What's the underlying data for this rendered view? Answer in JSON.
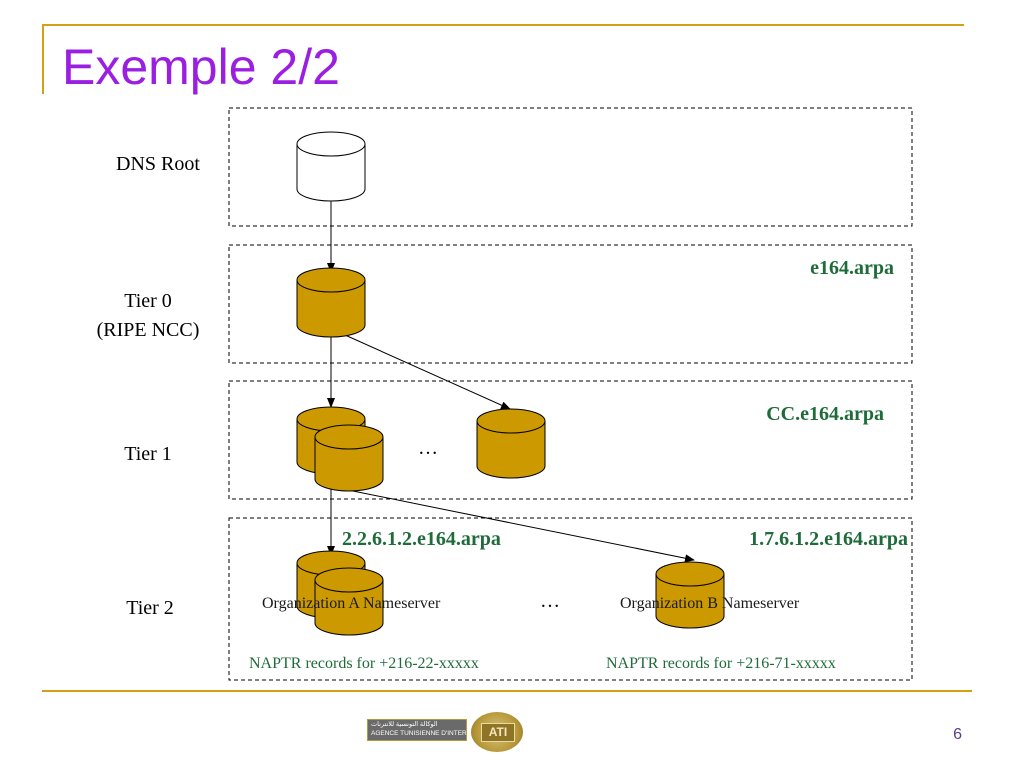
{
  "title": "Exemple 2/2",
  "tiers": {
    "root": "DNS Root",
    "tier0_line1": "Tier 0",
    "tier0_line2": "(RIPE NCC)",
    "tier1": "Tier 1",
    "tier2": "Tier 2"
  },
  "zones": {
    "tier0": "e164.arpa",
    "tier1": "CC.e164.arpa",
    "tier2_left": "2.2.6.1.2.e164.arpa",
    "tier2_right": "1.7.6.1.2.e164.arpa"
  },
  "nameservers": {
    "org_a": "Organization A  Nameserver",
    "org_b": "Organization B Nameserver"
  },
  "naptr": {
    "left": "NAPTR records for +216-22-xxxxx",
    "right": "NAPTR records for +216-71-xxxxx"
  },
  "ellipsis": "…",
  "footer": {
    "page_number": "6",
    "logo_line1": "الوكالة التونسية للانترنات",
    "logo_line2": "AGENCE TUNISIENNE D'INTERNET",
    "logo_mark": "ATI"
  },
  "colors": {
    "title": "#9b1fe0",
    "accent_lines": "#d4a017",
    "zone_text": "#1f6b3a",
    "cylinder_fill": "#cc9900"
  }
}
